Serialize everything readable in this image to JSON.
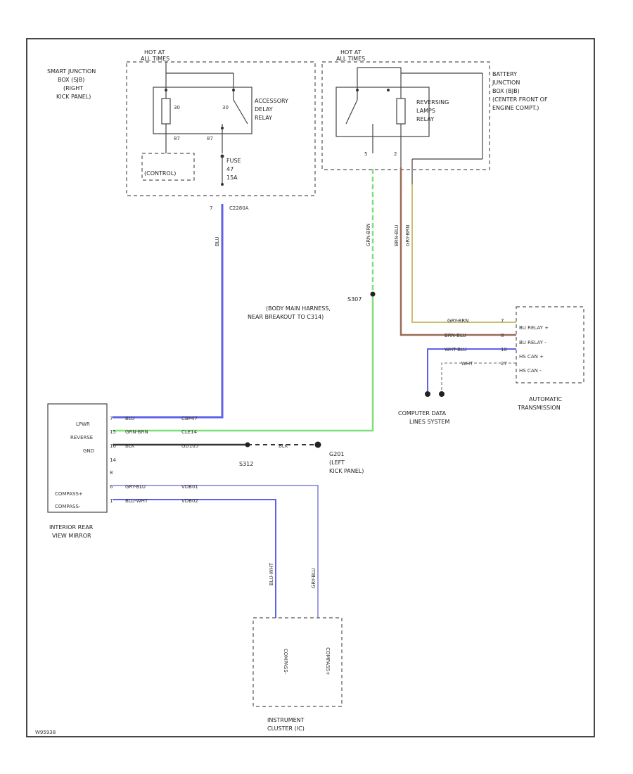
{
  "diagram_code": "W95938",
  "smart_junction": {
    "hot_label": "HOT AT ALL TIMES",
    "name": "SMART JUNCTION BOX (SJB) (RIGHT KICK PANEL)",
    "relay_name": "ACCESSORY DELAY RELAY",
    "pin_top_left": "30",
    "pin_top_right": "30",
    "pin_bottom_left": "87",
    "pin_bottom_right": "87",
    "control_label": "(CONTROL)",
    "fuse_label": "FUSE 47 15A",
    "connector_pin": "7",
    "connector_id": "C2280A"
  },
  "battery_junction": {
    "hot_label": "HOT AT ALL TIMES",
    "name": "BATTERY JUNCTION BOX (BJB) (CENTER FRONT OF ENGINE COMPT.)",
    "relay_name": "REVERSING LAMPS RELAY",
    "pin_left": "5",
    "pin_right": "2"
  },
  "splice": {
    "id": "S307",
    "desc": "(BODY MAIN HARNESS, NEAR BREAKOUT TO C314)"
  },
  "transmission": {
    "name": "AUTOMATIC TRANSMISSION",
    "pins": [
      {
        "num": "7",
        "label": "BU RELAY +",
        "wire": "GRY-BRN"
      },
      {
        "num": "8",
        "label": "BU RELAY -",
        "wire": "BRN-BLU"
      },
      {
        "num": "10",
        "label": "HS CAN +",
        "wire": "WHT-BLU"
      },
      {
        "num": "27",
        "label": "HS CAN -",
        "wire": "WHT"
      }
    ]
  },
  "computer_data": "COMPUTER DATA LINES SYSTEM",
  "mirror": {
    "name": "INTERIOR REAR VIEW MIRROR",
    "pins": [
      {
        "num": "7",
        "label": "LPWR",
        "wire": "BLU",
        "circuit": "CBP47"
      },
      {
        "num": "15",
        "label": "REVERSE",
        "wire": "GRN-BRN",
        "circuit": "CLE14"
      },
      {
        "num": "16",
        "label": "GND",
        "wire": "BLK",
        "circuit": "GD105"
      },
      {
        "num": "14",
        "label": "",
        "wire": "",
        "circuit": ""
      },
      {
        "num": "8",
        "label": "",
        "wire": "",
        "circuit": ""
      },
      {
        "num": "6",
        "label": "COMPASS+",
        "wire": "GRY-BLU",
        "circuit": "VDB01"
      },
      {
        "num": "1",
        "label": "COMPASS-",
        "wire": "BLU-WHT",
        "circuit": "VDB02"
      }
    ]
  },
  "ground": {
    "splice": "S312",
    "wire": "BLK",
    "id": "G201",
    "location": "(LEFT KICK PANEL)"
  },
  "cluster": {
    "name": "INSTRUMENT CLUSTER (IC)",
    "pin_left_label": "COMPASS-",
    "pin_right_label": "COMPASS+",
    "wire_left": "BLU-WHT",
    "wire_right": "GRY-BLU"
  },
  "colors": {
    "wire_blue": "#5f62e8",
    "wire_green": "#7fe07a",
    "wire_tan": "#c9c070",
    "wire_brown": "#9a6b55",
    "wire_gray": "#999999",
    "wire_black": "#333333"
  }
}
